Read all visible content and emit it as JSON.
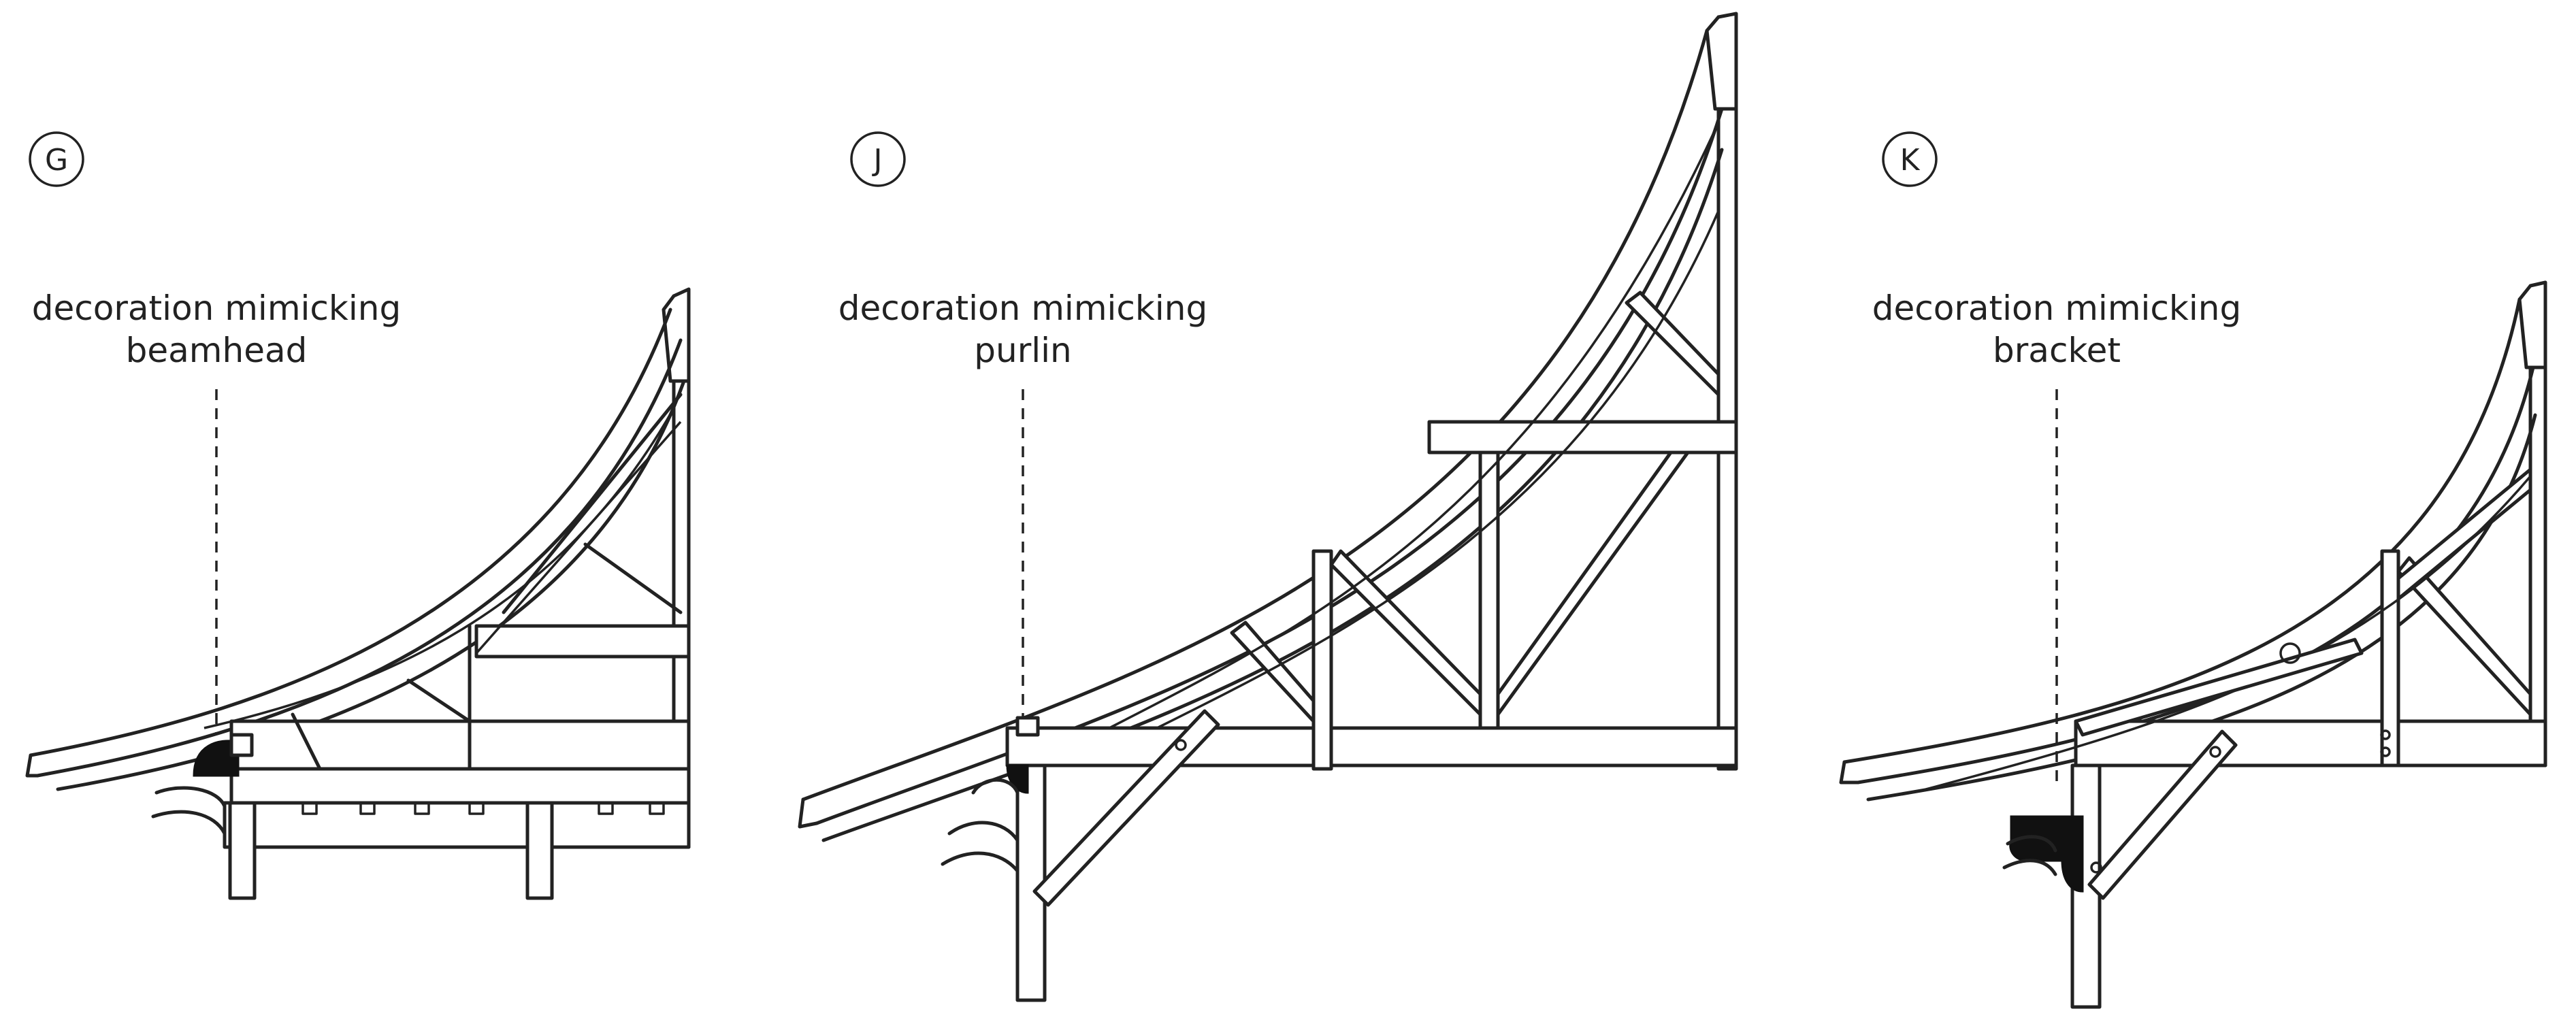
{
  "panels": [
    {
      "id": "G",
      "badge": "G",
      "label_line1": "decoration mimicking",
      "label_line2": "beamhead"
    },
    {
      "id": "J",
      "badge": "J",
      "label_line1": "decoration mimicking",
      "label_line2": "purlin"
    },
    {
      "id": "K",
      "badge": "K",
      "label_line1": "decoration mimicking",
      "label_line2": "bracket"
    }
  ],
  "colors": {
    "line": "#222222",
    "background": "#ffffff",
    "accent_fill": "#111111"
  }
}
